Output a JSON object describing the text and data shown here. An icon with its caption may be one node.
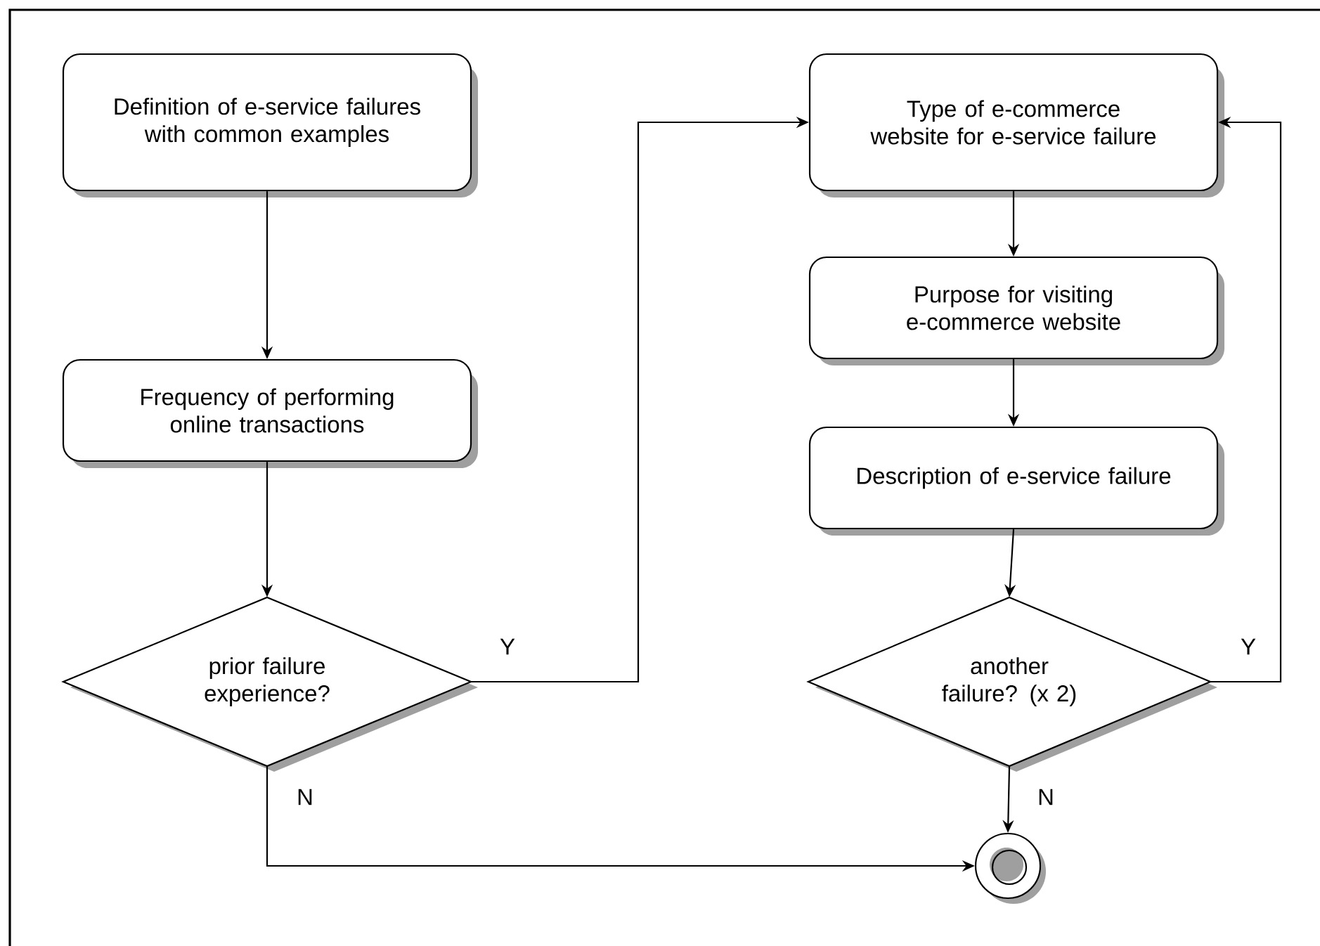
{
  "diagram": {
    "nodes": [
      {
        "text": [
          "Definition of e-service failures with common examples"
        ]
      },
      {
        "text": [
          "Frequency of performing online transactions"
        ]
      },
      {
        "text": [
          "prior failure experience?"
        ]
      },
      {
        "text": [
          "Type of e-commerce website for e-service failure"
        ]
      },
      {
        "text": [
          "Purpose for visiting e-commerce website"
        ]
      },
      {
        "text": [
          "Description of e-service failure"
        ]
      },
      {
        "text": [
          "another failure? (x 2)"
        ]
      },
      {
        "text": [],
        "shape": "circle"
      }
    ],
    "edges": [
      {
        "from": 0,
        "to": 1,
        "arrow": "to"
      },
      {
        "from": 1,
        "to": 2,
        "arrow": "to"
      },
      {
        "from": 2,
        "to": 3,
        "arrow": "to",
        "label": "Y"
      },
      {
        "from": 2,
        "to": 7,
        "arrow": "to",
        "label": "N"
      },
      {
        "from": 3,
        "to": 4,
        "arrow": "to"
      },
      {
        "from": 4,
        "to": 5,
        "arrow": "to"
      },
      {
        "from": 5,
        "to": 6,
        "arrow": "to"
      },
      {
        "from": 6,
        "to": 3,
        "arrow": "to",
        "label": "Y"
      },
      {
        "from": 6,
        "to": 7,
        "arrow": "to",
        "label": "N"
      }
    ]
  }
}
